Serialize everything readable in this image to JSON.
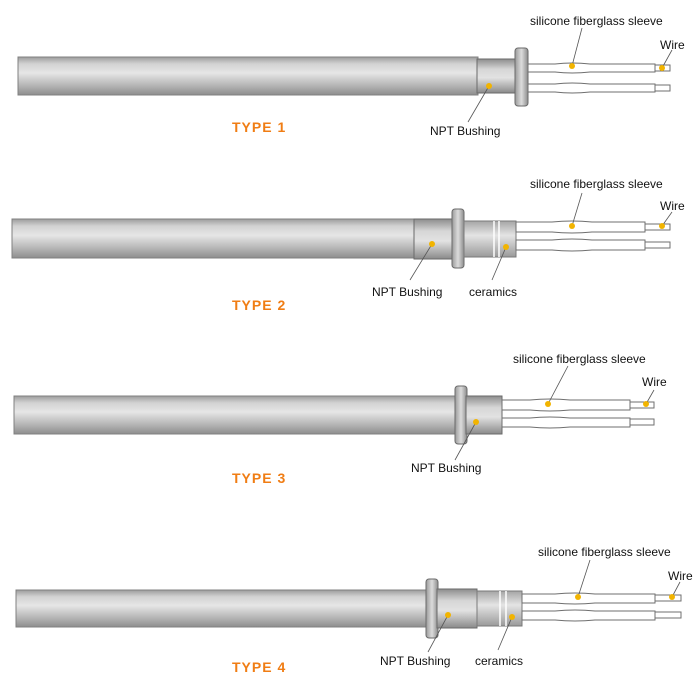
{
  "colors": {
    "accent": "#f07d14",
    "tube": "#b9b9b9",
    "outline": "#7a7a7a",
    "dot": "#f2b400",
    "leader": "#555555"
  },
  "types": [
    {
      "label": "TYPE 1",
      "components": {
        "sleeve": "silicone fiberglass sleeve",
        "wire": "Wire",
        "bushing": "NPT Bushing"
      }
    },
    {
      "label": "TYPE 2",
      "components": {
        "sleeve": "silicone fiberglass sleeve",
        "wire": "Wire",
        "bushing": "NPT Bushing",
        "ceramics": "ceramics"
      }
    },
    {
      "label": "TYPE 3",
      "components": {
        "sleeve": "silicone fiberglass sleeve",
        "wire": "Wire",
        "bushing": "NPT Bushing"
      }
    },
    {
      "label": "TYPE 4",
      "components": {
        "sleeve": "silicone fiberglass sleeve",
        "wire": "Wire",
        "bushing": "NPT Bushing",
        "ceramics": "ceramics"
      }
    }
  ]
}
